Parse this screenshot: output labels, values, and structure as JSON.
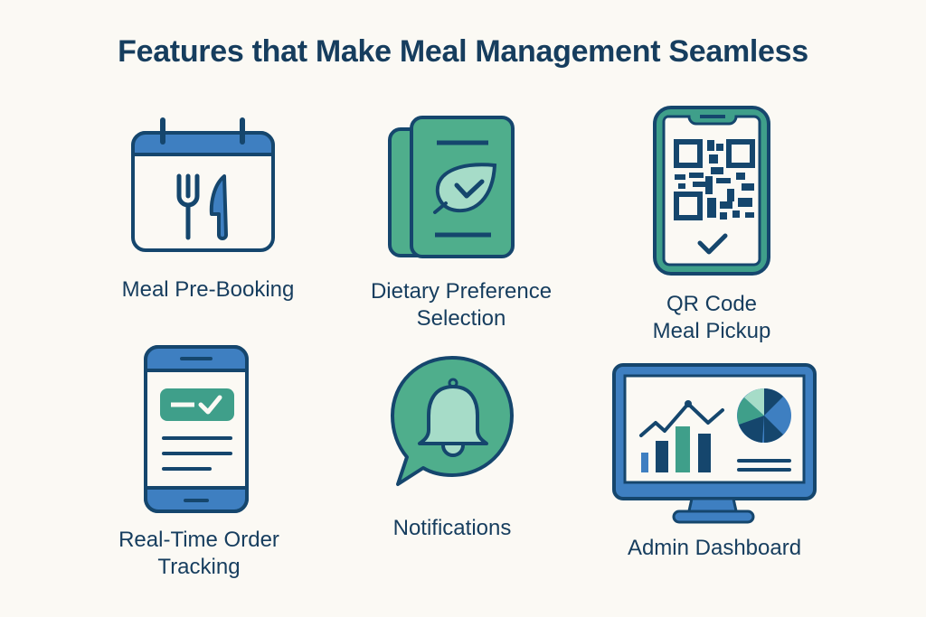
{
  "title": "Features that Make Meal Management Seamless",
  "colors": {
    "background": "#fbf9f4",
    "title": "#163d5e",
    "outline": "#15466d",
    "blue": "#3e7fc1",
    "green": "#4fae8c",
    "light_green": "#a6dcc8",
    "teal": "#3f9f8a"
  },
  "features": [
    {
      "id": "meal-pre-booking",
      "icon": "calendar-cutlery-icon",
      "lines": [
        "Meal Pre-Booking"
      ]
    },
    {
      "id": "dietary-preference",
      "icon": "leaf-check-document-icon",
      "lines": [
        "Dietary Preference",
        "Selection"
      ]
    },
    {
      "id": "qr-pickup",
      "icon": "qr-code-phone-icon",
      "lines": [
        "QR Code",
        "Meal Pickup"
      ]
    },
    {
      "id": "order-tracking",
      "icon": "phone-order-status-icon",
      "lines": [
        "Real-Time Order",
        "Tracking"
      ]
    },
    {
      "id": "notifications",
      "icon": "bell-chat-bubble-icon",
      "lines": [
        "Notifications"
      ]
    },
    {
      "id": "admin-dashboard",
      "icon": "monitor-dashboard-icon",
      "lines": [
        "Admin Dashboard"
      ]
    }
  ]
}
